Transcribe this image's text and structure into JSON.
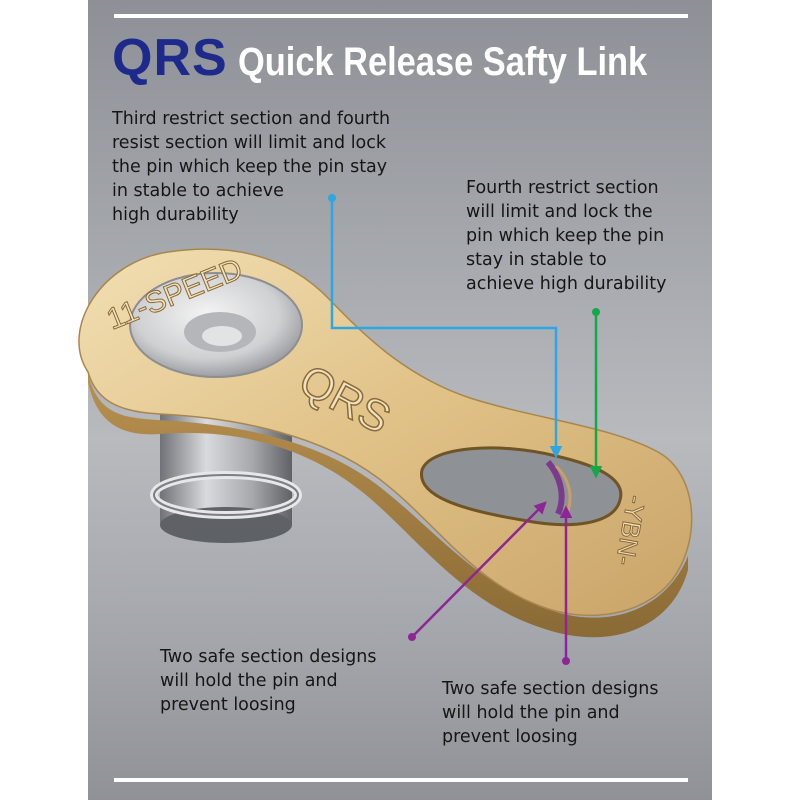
{
  "header": {
    "brand": "QRS",
    "title": "Quick Release Safty Link"
  },
  "callouts": [
    {
      "id": "top-left",
      "text": "Third restrict section and fourth\nresist section will limit and lock\nthe pin which keep the pin stay\nin stable to achieve\nhigh durability",
      "color": "#2aa7e4"
    },
    {
      "id": "top-right",
      "text": "Fourth restrict section\nwill limit and lock the\npin which keep the pin\nstay in stable to\nachieve high durability",
      "color": "#14a84a"
    },
    {
      "id": "bottom-left",
      "text": "Two safe section designs\nwill hold the pin and\nprevent loosing",
      "color": "#8e2596"
    },
    {
      "id": "bottom-right",
      "text": "Two safe section designs\nwill hold the pin and\nprevent loosing",
      "color": "#8e2596"
    }
  ],
  "link_markings": {
    "speed": "11-SPEED",
    "logo": "QRS",
    "side_text": "-YBN-"
  },
  "colors": {
    "brand_blue": "#1d2a8c",
    "panel_gray": "#a4a7ac",
    "link_gold": "#e3c692"
  }
}
